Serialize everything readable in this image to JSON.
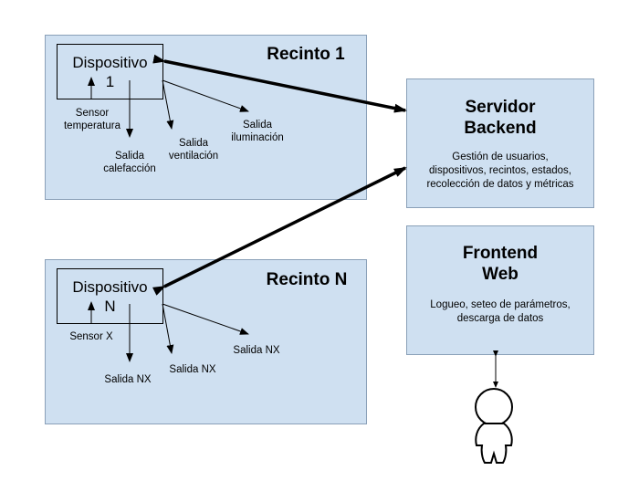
{
  "recinto1": {
    "title": "Recinto 1",
    "device_line1": "Dispositivo",
    "device_line2": "1",
    "sensor": "Sensor\ntemperatura",
    "out1": "Salida\ncalefacción",
    "out2": "Salida\nventilación",
    "out3": "Salida\niluminación"
  },
  "recintoN": {
    "title": "Recinto N",
    "device_line1": "Dispositivo",
    "device_line2": "N",
    "sensor": "Sensor X",
    "out1": "Salida NX",
    "out2": "Salida NX",
    "out3": "Salida NX"
  },
  "servidor": {
    "title_line1": "Servidor",
    "title_line2": "Backend",
    "desc": "Gestión de usuarios,\ndispositivos, recintos, estados,\nrecolección de datos y métricas"
  },
  "frontend": {
    "title_line1": "Frontend",
    "title_line2": "Web",
    "desc": "Logueo, seteo de parámetros,\ndescarga de datos"
  }
}
